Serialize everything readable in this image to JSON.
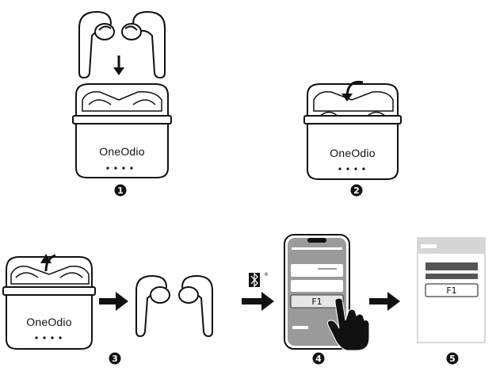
{
  "brand_name": "OneOdio",
  "device_label": "F1",
  "registered_mark": "®",
  "steps": [
    {
      "number": "1"
    },
    {
      "number": "2"
    },
    {
      "number": "3"
    },
    {
      "number": "4"
    },
    {
      "number": "5"
    }
  ],
  "icons": {
    "bluetooth": "bluetooth-icon",
    "arrow": "arrow-right-icon",
    "hand": "pointing-hand-icon"
  },
  "colors": {
    "ink": "#111111",
    "outline": "#1a1a1a",
    "phone_screen": "#9a9a9a",
    "panel_dark": "#555555",
    "window_border": "#bdbdbd"
  }
}
